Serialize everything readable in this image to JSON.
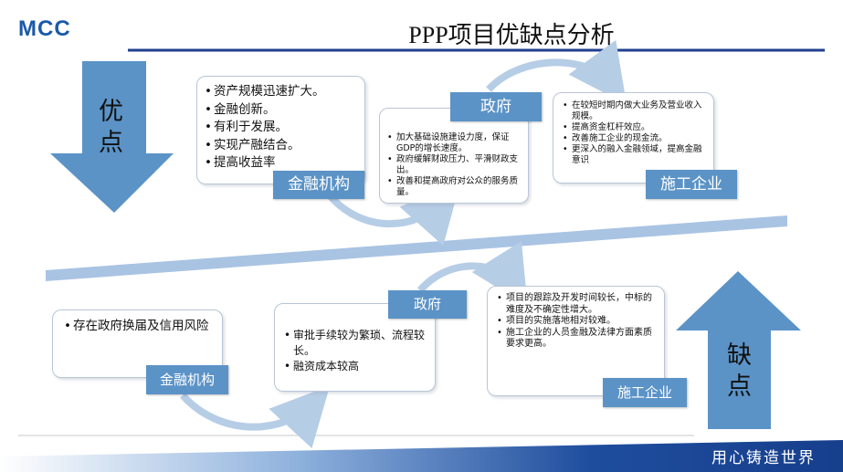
{
  "logo": {
    "text": "MCC"
  },
  "title": "PPP项目优缺点分析",
  "advantages": {
    "heading": [
      "优",
      "点"
    ],
    "finance": {
      "label": "金融机构",
      "items": [
        "资产规模迅速扩大。",
        "金融创新。",
        "有利于发展。",
        "实现产融结合。",
        "提高收益率"
      ]
    },
    "government": {
      "label": "政府",
      "items": [
        "加大基础设施建设力度，保证GDP的增长速度。",
        "政府缓解财政压力、平滑财政支出。",
        "改善和提高政府对公众的服务质量。"
      ]
    },
    "contractor": {
      "label": "施工企业",
      "items": [
        "在较短时期内做大业务及营业收入规模。",
        "提高资金杠杆效应。",
        "改善施工企业的现金流。",
        "更深入的融入金融领域，提高金融意识"
      ]
    }
  },
  "disadvantages": {
    "heading": [
      "缺",
      "点"
    ],
    "finance": {
      "label": "金融机构",
      "items": [
        "存在政府换届及信用风险"
      ]
    },
    "government": {
      "label": "政府",
      "items": [
        "审批手续较为繁琐、流程较长。",
        "融资成本较高"
      ]
    },
    "contractor": {
      "label": "施工企业",
      "items": [
        "项目的跟踪及开发时间较长，中标的难度及不确定性增大。",
        "项目的实施落地相对较难。",
        "施工企业的人员金融及法律方面素质要求更高。"
      ]
    }
  },
  "footer": {
    "slogan": "用心铸造世界"
  },
  "colors": {
    "navy": "#1f3f8f",
    "arrow_blue": "#5b93c7",
    "label_blue": "#5b93c7",
    "curve_light": "#b6cde6"
  }
}
